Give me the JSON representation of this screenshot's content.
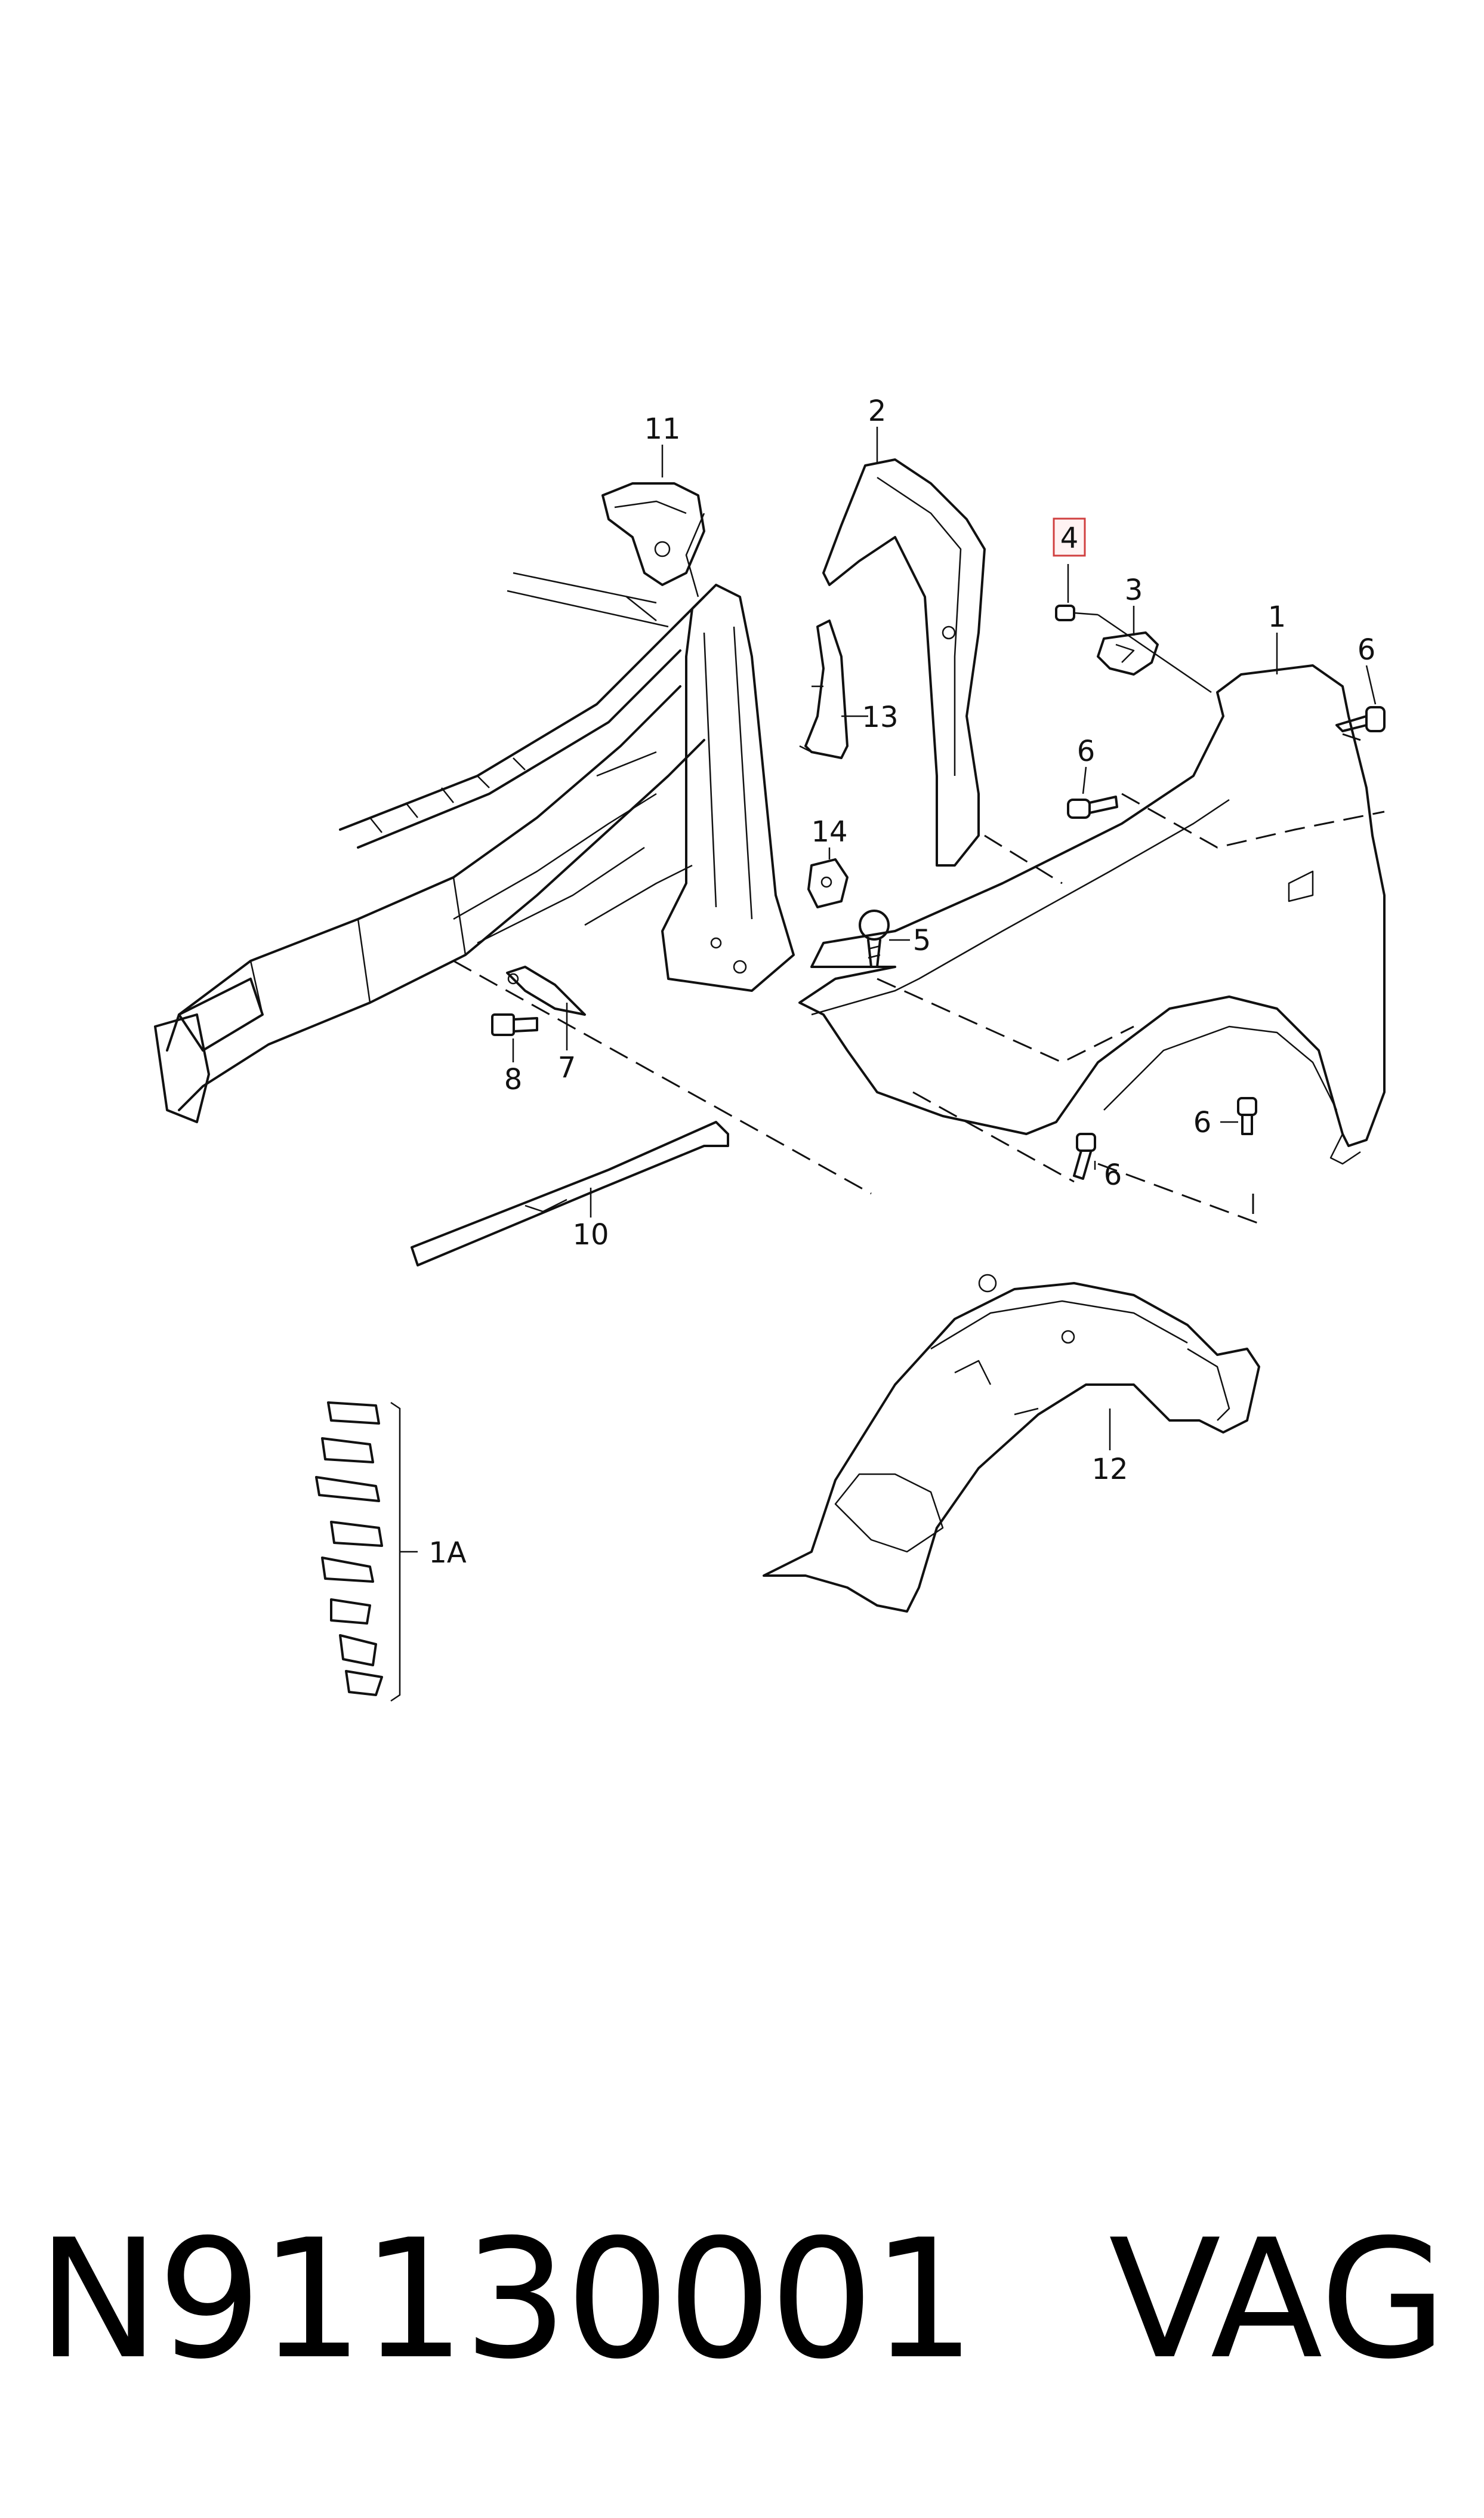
{
  "diagram": {
    "callouts": [
      {
        "id": "11",
        "text": "11"
      },
      {
        "id": "2",
        "text": "2"
      },
      {
        "id": "4",
        "text": "4",
        "highlighted": true
      },
      {
        "id": "3",
        "text": "3"
      },
      {
        "id": "1",
        "text": "1"
      },
      {
        "id": "6a",
        "text": "6"
      },
      {
        "id": "13",
        "text": "13"
      },
      {
        "id": "6b",
        "text": "6"
      },
      {
        "id": "14",
        "text": "14"
      },
      {
        "id": "5",
        "text": "5"
      },
      {
        "id": "8",
        "text": "8"
      },
      {
        "id": "7",
        "text": "7"
      },
      {
        "id": "6c",
        "text": "6"
      },
      {
        "id": "6d",
        "text": "6"
      },
      {
        "id": "10",
        "text": "10"
      },
      {
        "id": "12",
        "text": "12"
      },
      {
        "id": "1A",
        "text": "1A"
      }
    ],
    "highlight_color": "#d04040"
  },
  "footer": {
    "part_number": "N91130001",
    "brand": "VAG"
  }
}
